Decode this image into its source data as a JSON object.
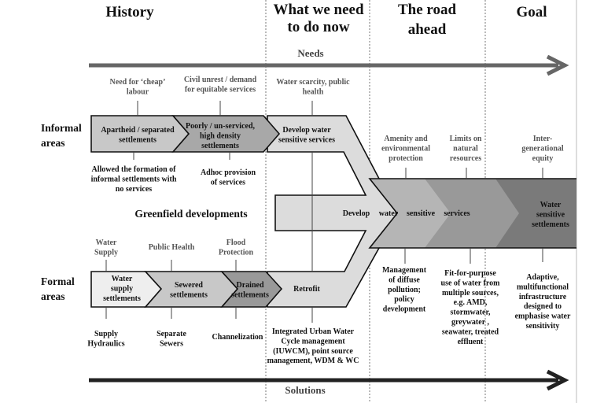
{
  "headings": {
    "history": "History",
    "now": [
      "What we need",
      "to do now"
    ],
    "road": [
      "The road",
      "ahead"
    ],
    "goal": "Goal"
  },
  "arrows": {
    "needs": "Needs",
    "solutions": "Solutions"
  },
  "rows": {
    "informal": [
      "Informal",
      "areas"
    ],
    "formal": [
      "Formal",
      "areas"
    ]
  },
  "labels": {
    "need_cheap": [
      "Need for ‘cheap’",
      "labour"
    ],
    "civil_unrest": [
      "Civil unrest / demand",
      "for equitable services"
    ],
    "water_scarcity": [
      "Water scarcity, public",
      "health"
    ],
    "apartheid": [
      "Apartheid / separated",
      "settlements"
    ],
    "poorly": [
      "Poorly / un-serviced,",
      "high density",
      "settlements"
    ],
    "develop_ws_services": [
      "Develop water",
      "sensitive services"
    ],
    "allowed": [
      "Allowed the formation of",
      "informal settlements with",
      "no services"
    ],
    "adhoc": [
      "Adhoc provision",
      "of services"
    ],
    "amenity": [
      "Amenity and",
      "environmental",
      "protection"
    ],
    "limits": [
      "Limits on",
      "natural",
      "resources"
    ],
    "intergen": [
      "Inter-",
      "generational",
      "equity"
    ],
    "greenfield": [
      "Greenfield developments"
    ],
    "ws_settlements": [
      "Water",
      "sensitive",
      "settlements"
    ],
    "water_supply_need": [
      "Water",
      "Supply"
    ],
    "public_health": [
      "Public Health"
    ],
    "flood": [
      "Flood",
      "Protection"
    ],
    "water_supply_settlements": [
      "Water",
      "supply",
      "settlements"
    ],
    "sewered": [
      "Sewered",
      "settlements"
    ],
    "drained": [
      "Drained",
      "settlements"
    ],
    "retrofit": [
      "Retrofit"
    ],
    "supply_hydraulics": [
      "Supply",
      "Hydraulics"
    ],
    "separate_sewers": [
      "Separate",
      "Sewers"
    ],
    "channelization": [
      "Channelization"
    ],
    "iuwcm": [
      "Integrated Urban Water",
      "Cycle management",
      "(IUWCM), point source",
      "management, WDM & WC"
    ],
    "diffuse": [
      "Management",
      "of diffuse",
      "pollution;",
      "policy",
      "development"
    ],
    "fit_for_purpose": [
      "Fit-for-purpose",
      "use of water from",
      "multiple sources,",
      "e.g. AMD,",
      "stormwater,",
      "greywater ,",
      "seawater, treated",
      "effluent"
    ],
    "adaptive": [
      "Adaptive,",
      "multifunctional",
      "infrastructure",
      "designed to",
      "emphasise water",
      "sensitivity"
    ]
  },
  "develop_row": [
    "Develop",
    "water",
    "sensitive",
    "services"
  ]
}
